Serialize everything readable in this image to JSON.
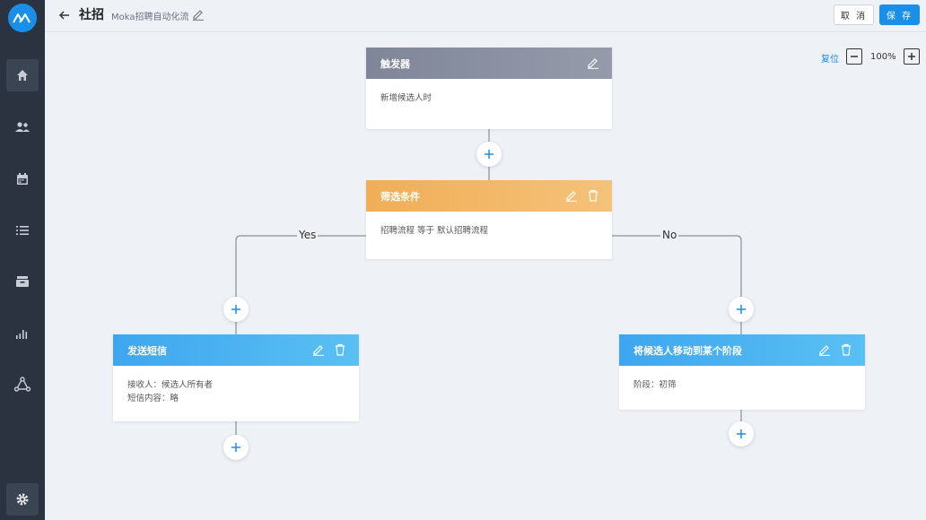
{
  "header": {
    "title": "社招",
    "flow_name": "Moka招聘自动化流",
    "cancel_label": "取 消",
    "save_label": "保 存"
  },
  "zoom": {
    "reset_label": "复位",
    "level": "100%"
  },
  "sidebar": {
    "items": [
      "home-icon",
      "people-icon",
      "calendar-icon",
      "list-icon",
      "inbox-icon",
      "chart-icon",
      "network-icon"
    ],
    "settings": "gear-icon"
  },
  "nodes": {
    "trigger": {
      "title": "触发器",
      "body": "新增候选人时"
    },
    "filter": {
      "title": "筛选条件",
      "body": "招聘流程 等于 默认招聘流程"
    },
    "sms": {
      "title": "发送短信",
      "line1": "接收人：候选人所有者",
      "line2": "短信内容：略"
    },
    "move": {
      "title": "将候选人移动到某个阶段",
      "body": "阶段：初筛"
    }
  },
  "branches": {
    "yes": "Yes",
    "no": "No"
  },
  "colors": {
    "accent": "#1a8fe8",
    "sidebar": "#2b3340",
    "trigger": "#7f8697",
    "filter": "#f0ae56",
    "action": "#3ea6ee"
  }
}
